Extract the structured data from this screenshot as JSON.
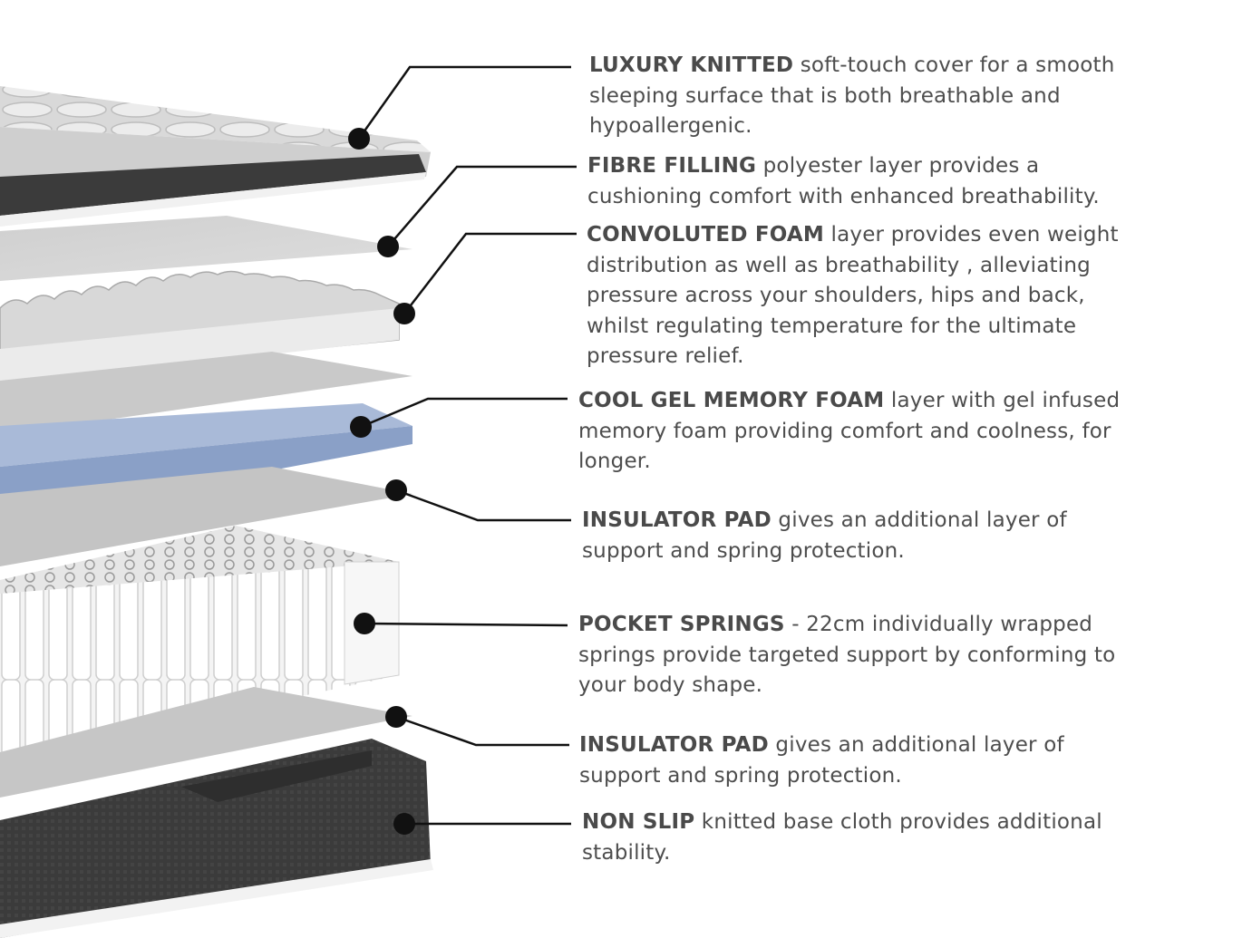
{
  "layers": [
    {
      "heading": "LUXURY KNITTED",
      "lines": [
        " soft-touch cover for a smooth",
        "sleeping surface that is both breathable and",
        "hypoallergenic."
      ]
    },
    {
      "heading": "FIBRE FILLING",
      "lines": [
        " polyester layer provides a",
        "cushioning comfort with enhanced breathability."
      ]
    },
    {
      "heading": "CONVOLUTED FOAM",
      "lines": [
        " layer provides even weight",
        "distribution as well as breathability , alleviating",
        "pressure across your shoulders, hips and back,",
        "whilst regulating temperature for the ultimate",
        "pressure relief."
      ]
    },
    {
      "heading": "COOL GEL MEMORY FOAM",
      "lines": [
        " layer with gel infused",
        "memory foam providing comfort and coolness, for",
        "longer."
      ]
    },
    {
      "heading": "INSULATOR PAD",
      "lines": [
        " gives an additional layer of",
        "support and spring protection."
      ]
    },
    {
      "heading": "POCKET SPRINGS",
      "lines": [
        " - 22cm individually wrapped",
        "springs provide targeted support by conforming to",
        "your body shape."
      ]
    },
    {
      "heading": "INSULATOR PAD",
      "lines": [
        " gives an additional layer of",
        "support and spring protection."
      ]
    },
    {
      "heading": "NON SLIP",
      "lines": [
        " knitted base cloth provides additional",
        "stability."
      ]
    }
  ],
  "colors": {
    "text": "#4d4d4d",
    "leader": "#111111",
    "gel_foam": "#93a7cc",
    "base": "#3a3a3a",
    "pad": "#c9c9c9"
  }
}
